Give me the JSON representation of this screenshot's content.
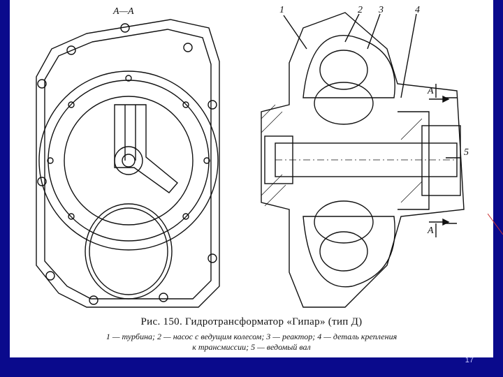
{
  "slide": {
    "number": "17",
    "colors": {
      "frame": "#0a0a8c",
      "paper": "#ffffff",
      "ink": "#111111",
      "accent_line": "#cc3333"
    }
  },
  "figure": {
    "section_label": "A—A",
    "part_labels": [
      "1",
      "2",
      "3",
      "4",
      "5"
    ],
    "arrow_labels": [
      "A",
      "A"
    ],
    "caption_title": "Рис. 150. Гидротрансформатор «Гипар» (тип Д)",
    "caption_line1": "1 — турбина;  2 — насос с ведущим колесом;  3 — реактор;  4 — деталь крепления",
    "caption_line2": "к трансмиссии;   5 — ведомый вал"
  }
}
